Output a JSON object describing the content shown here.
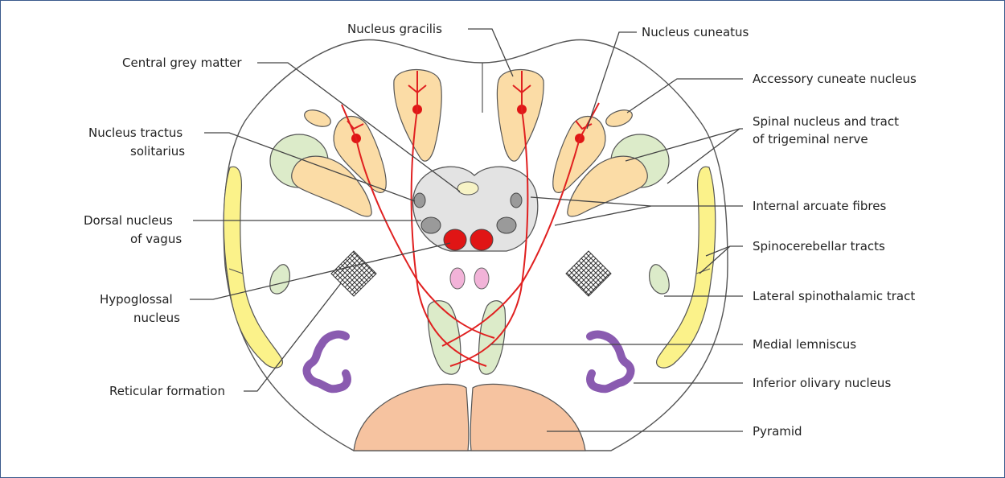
{
  "labels": {
    "nucleus_gracilis": "Nucleus gracilis",
    "nucleus_cuneatus": "Nucleus cuneatus",
    "central_grey_matter": "Central grey matter",
    "accessory_cuneate_nucleus": "Accessory cuneate nucleus",
    "nucleus_tractus_solitarius_1": "Nucleus tractus",
    "nucleus_tractus_solitarius_2": "solitarius",
    "spinal_trigeminal_1": "Spinal nucleus and tract",
    "spinal_trigeminal_2": "of trigeminal nerve",
    "internal_arcuate_fibres": "Internal arcuate fibres",
    "dorsal_vagus_1": "Dorsal nucleus",
    "dorsal_vagus_2": "of vagus",
    "spinocerebellar_tracts": "Spinocerebellar tracts",
    "hypoglossal_1": "Hypoglossal",
    "hypoglossal_2": "nucleus",
    "lateral_spinothalamic_tract": "Lateral spinothalamic tract",
    "medial_lemniscus": "Medial lemniscus",
    "reticular_formation": "Reticular formation",
    "inferior_olivary_nucleus": "Inferior olivary nucleus",
    "pyramid": "Pyramid"
  },
  "colors": {
    "frame_border": "#3a5a8c",
    "outline": "#555555",
    "orange_nucleus": "#fbdca6",
    "green_nucleus": "#dcebc9",
    "yellow_tract": "#fbf28a",
    "grey_matter": "#e3e3e3",
    "red_fibres": "#e02020",
    "pink_nucleus": "#f2b3d8",
    "purple_olive": "#8a5bb0",
    "pyramid": "#f6c3a0"
  }
}
